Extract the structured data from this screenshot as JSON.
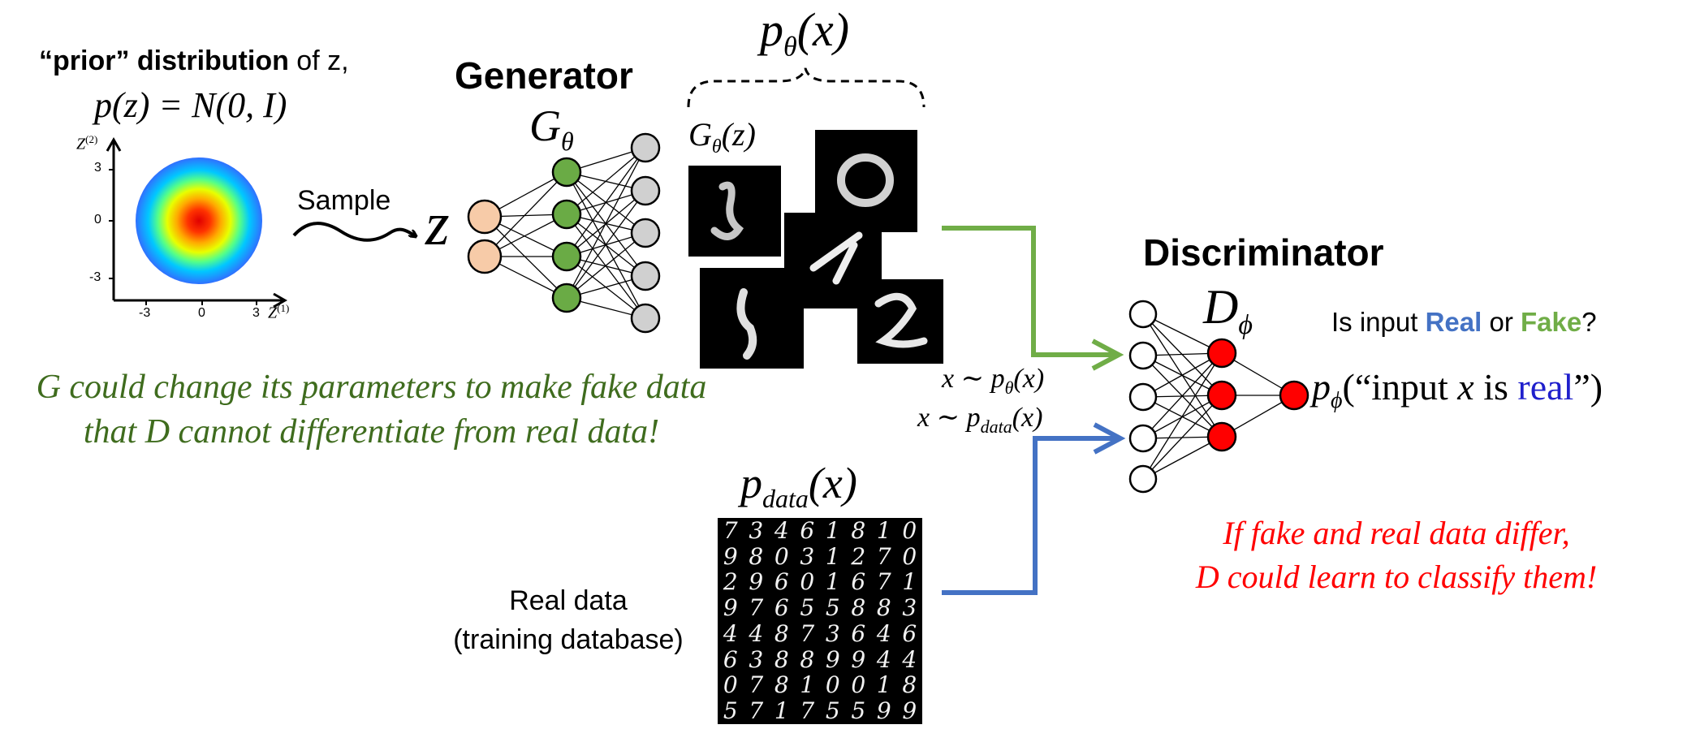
{
  "prior": {
    "title_bold": "“prior” distribution",
    "title_rest": " of z,",
    "formula": "p(z) = N(0, I)",
    "axis_y_label": "Z",
    "axis_y_sup": "(2)",
    "axis_x_label": "Z",
    "axis_x_sup": "(1)",
    "y_ticks": [
      "3",
      "0",
      "-3"
    ],
    "x_ticks": [
      "-3",
      "0",
      "3"
    ]
  },
  "sample_label": "Sample",
  "z_symbol": "z",
  "generator": {
    "title": "Generator",
    "symbol": "G",
    "symbol_sub": "θ",
    "color_input": "#f7cba8",
    "color_hidden": "#6aab45",
    "color_output": "#d0d0d0"
  },
  "fake": {
    "dist_label": "p",
    "dist_sub": "θ",
    "dist_arg": "(x)",
    "samples_label": "G",
    "samples_sub": "θ",
    "samples_arg": "(z)"
  },
  "real": {
    "dist_label": "p",
    "dist_sub": "data",
    "dist_arg": "(x)",
    "label_line1": "Real data",
    "label_line2": "(training database)",
    "digit_rows": [
      "73461810",
      "98031270",
      "29601671",
      "97655883",
      "44873646",
      "63889944",
      "07810018",
      "57175599"
    ]
  },
  "inputs": {
    "fake": "x ∼ p",
    "fake_sub": "θ",
    "fake_arg": "(x)",
    "real": "x ∼ p",
    "real_sub": "data",
    "real_arg": "(x)",
    "green": "#70ad47",
    "blue": "#4472c4"
  },
  "discriminator": {
    "title": "Discriminator",
    "symbol": "D",
    "symbol_sub": "ϕ",
    "color_hidden": "#ff0000",
    "question_pre": "Is input ",
    "question_real": "Real",
    "question_mid": " or ",
    "question_fake": "Fake",
    "question_post": "?",
    "output_p": "p",
    "output_sub": "ϕ",
    "output_open": "(“input ",
    "output_x": "x",
    "output_is": " is ",
    "output_real": "real",
    "output_close": "”)"
  },
  "notes": {
    "generator_line1": "G could change its parameters to make fake data",
    "generator_line2": "that D cannot differentiate from real data!",
    "generator_color": "#3f6c1e",
    "discriminator_line1": "If fake and real data differ,",
    "discriminator_line2": "D could learn to classify them!",
    "discriminator_color": "#ff0000"
  }
}
